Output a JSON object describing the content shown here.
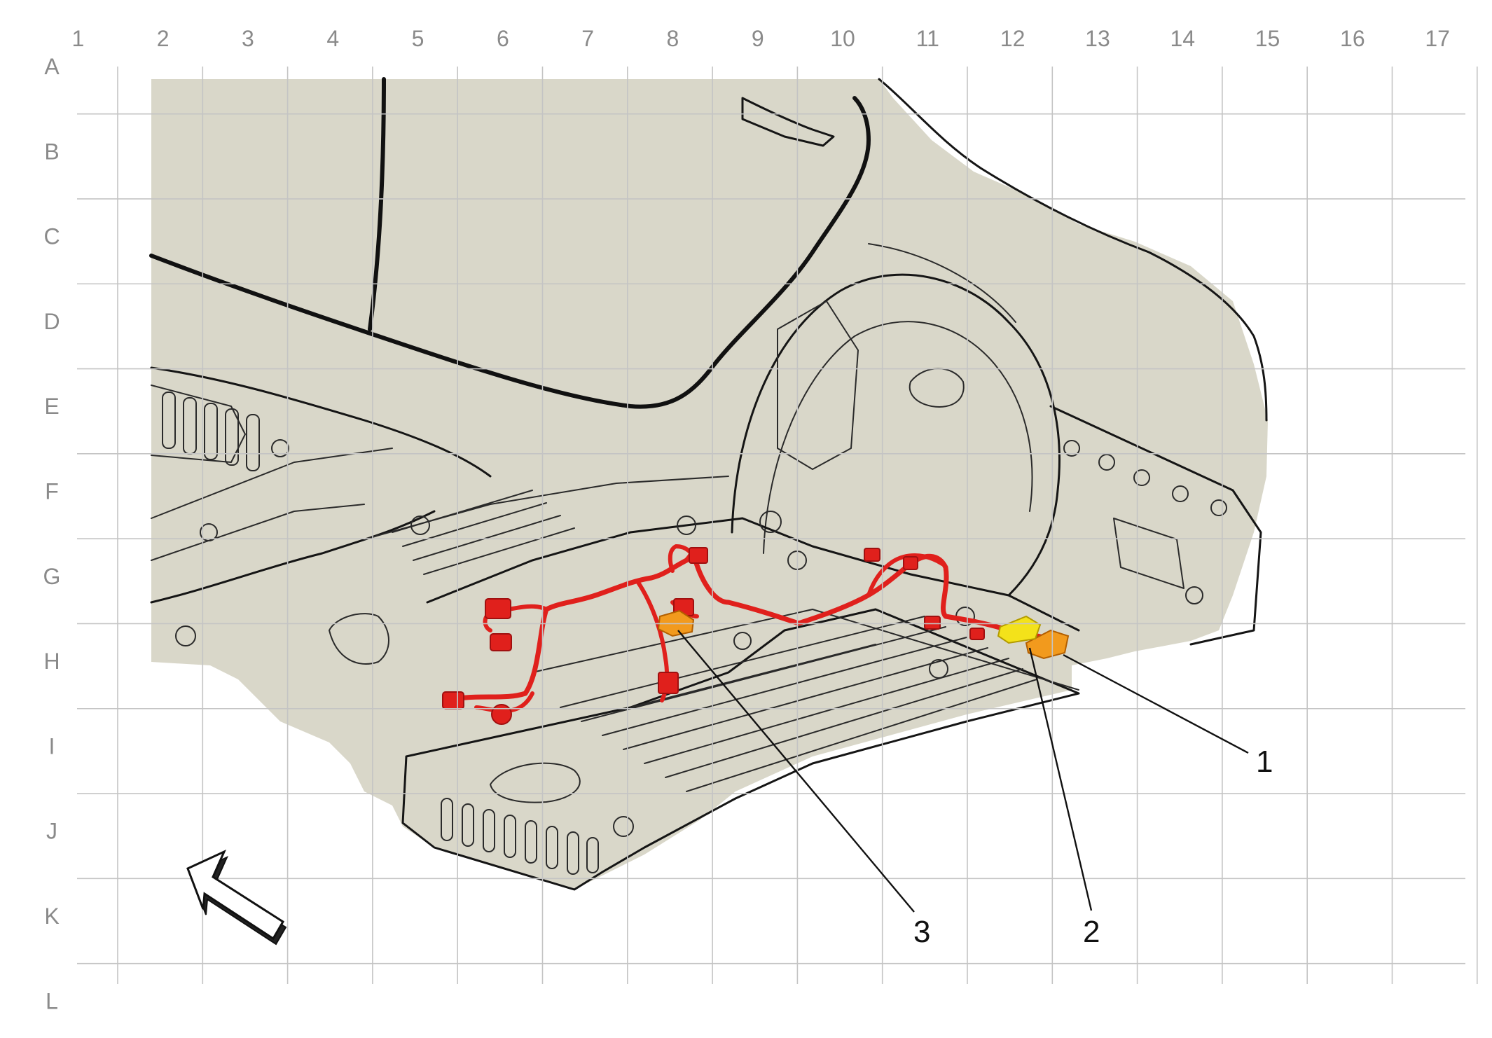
{
  "grid": {
    "columns": [
      "1",
      "2",
      "3",
      "4",
      "5",
      "6",
      "7",
      "8",
      "9",
      "10",
      "11",
      "12",
      "13",
      "14",
      "15",
      "16",
      "17"
    ],
    "rows": [
      "A",
      "B",
      "C",
      "D",
      "E",
      "F",
      "G",
      "H",
      "I",
      "J",
      "K",
      "L"
    ]
  },
  "callouts": [
    {
      "label": "1",
      "component": "connector"
    },
    {
      "label": "2",
      "component": "connector"
    },
    {
      "label": "3",
      "component": "connector"
    }
  ],
  "colors": {
    "vehicle_body": "#d9d7c9",
    "harness": "#e0201c",
    "connector_highlight_yellow": "#f3e21a",
    "connector_highlight_orange": "#f29a1d",
    "grid": "#c4c4c4"
  },
  "icons": {
    "view_direction": "view-direction-arrow-icon"
  }
}
